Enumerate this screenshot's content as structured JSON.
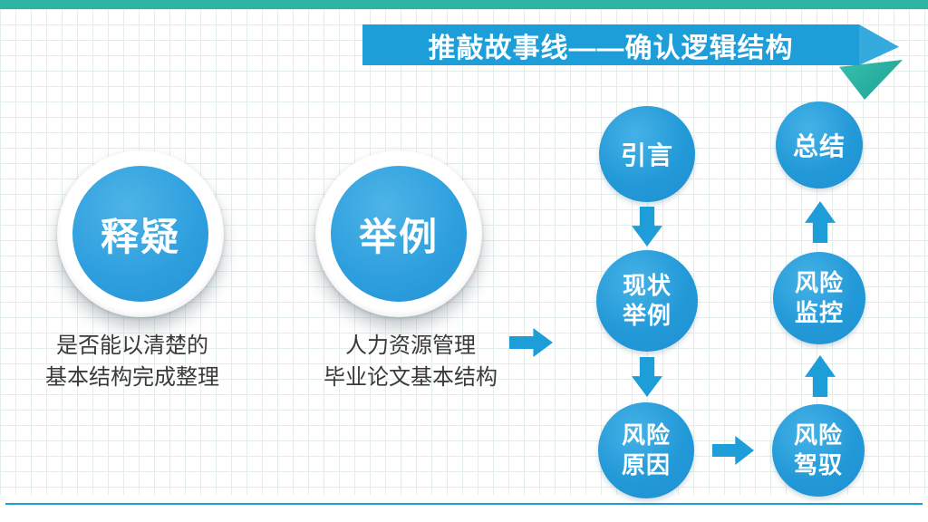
{
  "colors": {
    "teal_accent": "#2BB4A4",
    "banner_blue": "#1D9ED9",
    "circle_blue": "#2D9EDE",
    "arrow_blue": "#1D9ED9",
    "desc_text": "#3A3A3A",
    "grid_line": "#E3EEEA"
  },
  "title_banner": {
    "text": "推敲故事线——确认逻辑结构"
  },
  "concepts": [
    {
      "label": "释疑",
      "desc": [
        "是否能以清楚的",
        "基本结构完成整理"
      ]
    },
    {
      "label": "举例",
      "desc": [
        "人力资源管理",
        "毕业论文基本结构"
      ]
    }
  ],
  "flowchart": {
    "nodes": [
      {
        "id": "intro",
        "lines": [
          "引言"
        ]
      },
      {
        "id": "status-example",
        "lines": [
          "现状",
          "举例"
        ]
      },
      {
        "id": "risk-cause",
        "lines": [
          "风险",
          "原因"
        ]
      },
      {
        "id": "risk-drive",
        "lines": [
          "风险",
          "驾驭"
        ]
      },
      {
        "id": "risk-monitor",
        "lines": [
          "风险",
          "监控"
        ]
      },
      {
        "id": "summary",
        "lines": [
          "总结"
        ]
      }
    ]
  }
}
